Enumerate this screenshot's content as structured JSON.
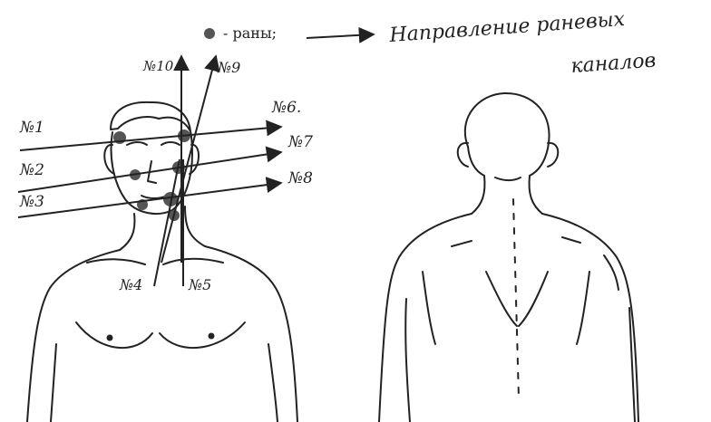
{
  "legend": {
    "dot_label": "- раны;",
    "arrow_label_line1": "Направление раневых",
    "arrow_label_line2": "каналов"
  },
  "channels": [
    {
      "label": "№1"
    },
    {
      "label": "№2"
    },
    {
      "label": "№3"
    },
    {
      "label": "№4"
    },
    {
      "label": "№5"
    },
    {
      "label": "№6."
    },
    {
      "label": "№7"
    },
    {
      "label": "№8"
    },
    {
      "label": "№9"
    },
    {
      "label": "№10"
    }
  ],
  "colors": {
    "ink": "#222222",
    "wound": "#555555",
    "paper": "#ffffff"
  }
}
